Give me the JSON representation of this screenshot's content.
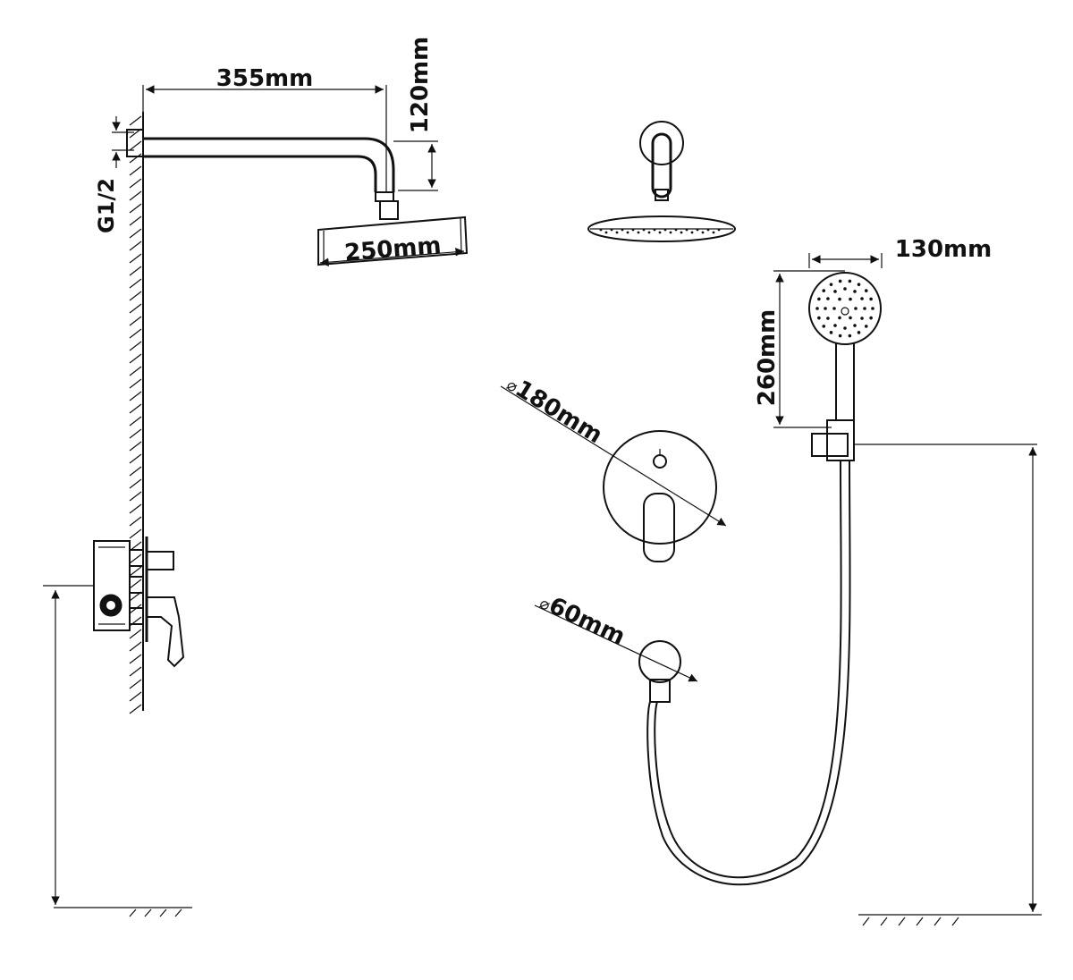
{
  "labels": {
    "arm_length": "355mm",
    "arm_drop": "120mm",
    "thread": "G1/2",
    "head_diameter": "250mm",
    "hand_shower_width": "130mm",
    "hand_shower_height": "260mm",
    "valve_plate": "180mm",
    "elbow_plate": "60mm"
  },
  "diameter_symbol": "⌀"
}
